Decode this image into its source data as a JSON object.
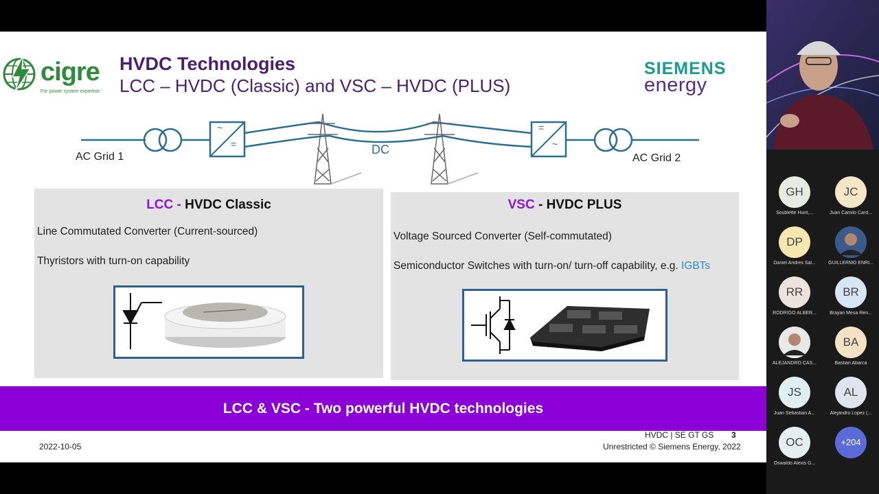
{
  "slide": {
    "cigre_logo": {
      "word": "cigre",
      "tagline": "For power system expertise"
    },
    "title": "HVDC Technologies",
    "subtitle": "LCC – HVDC (Classic) and VSC – HVDC (PLUS)",
    "siemens_logo": {
      "line1": "SIEMENS",
      "line2": "energy"
    },
    "diagram": {
      "left_grid": "AC Grid 1",
      "right_grid": "AC Grid 2",
      "dc_label": "DC",
      "converter1_top": "~",
      "converter1_bottom": "=",
      "converter2_top": "=",
      "converter2_bottom": "~"
    },
    "lcc": {
      "title_accent": "LCC -",
      "title_rest": " HVDC Classic",
      "line1": "Line Commutated Converter (Current-sourced)",
      "line2": "Thyristors with turn-on capability"
    },
    "vsc": {
      "title_accent": "VSC",
      "title_rest": " - HVDC PLUS",
      "line1": "Voltage Sourced Converter (Self-commutated)",
      "line2_prefix": "Semiconductor Switches with turn-on/ turn-off capability, e.g. ",
      "line2_link": "IGBTs"
    },
    "banner": "LCC & VSC - Two powerful HVDC technologies",
    "footer": {
      "date": "2022-10-05",
      "section": "HVDC  | SE GT GS",
      "page": "3",
      "copyright": "Unrestricted © Siemens Energy, 2022"
    },
    "colors": {
      "accent": "#8a17d6",
      "banner": "#8b00d6",
      "title": "#4b1f6e",
      "teal": "#1a9c8f",
      "line": "#2a6f8f"
    }
  },
  "participants": [
    {
      "initials": "GH",
      "name": "Soublette Hunt,...",
      "color": "#e6ece1"
    },
    {
      "initials": "JC",
      "name": "Juan Camilo Card...",
      "color": "#f4e7c8"
    },
    {
      "initials": "DP",
      "name": "Daniel Andres Sal...",
      "color": "#f6e7b0"
    },
    {
      "initials": "",
      "name": "GUILLERMO ENRI...",
      "color": "#3a5a8a",
      "photo": true
    },
    {
      "initials": "RR",
      "name": "RODRIGO ALBER...",
      "color": "#ece4dc"
    },
    {
      "initials": "BR",
      "name": "Brayan Mesa Ren...",
      "color": "#d6e6f4"
    },
    {
      "initials": "",
      "name": "ALEJANDRO CAS...",
      "color": "#e8e8e8",
      "photo": true
    },
    {
      "initials": "BA",
      "name": "Bastian Abarca",
      "color": "#f3e2c4"
    },
    {
      "initials": "JS",
      "name": "Juan Sebastian A...",
      "color": "#dff0f2"
    },
    {
      "initials": "AL",
      "name": "Alejandro Lopez (...",
      "color": "#e0e4ee"
    },
    {
      "initials": "OC",
      "name": "Oswaldo Alexis G...",
      "color": "#e6eef0"
    },
    {
      "initials": "+204",
      "name": "",
      "color": "#5a6ad6",
      "more": true
    }
  ]
}
